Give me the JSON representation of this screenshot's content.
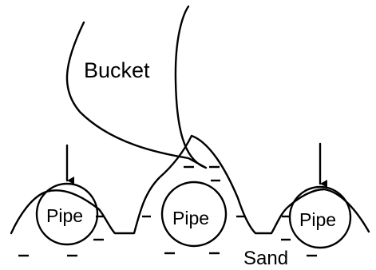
{
  "labels": {
    "bucket": "Bucket",
    "pipe_left": "Pipe",
    "pipe_center": "Pipe",
    "pipe_right": "Pipe",
    "sand": "Sand"
  },
  "colors": {
    "ink": "#000000",
    "background": "#ffffff"
  }
}
